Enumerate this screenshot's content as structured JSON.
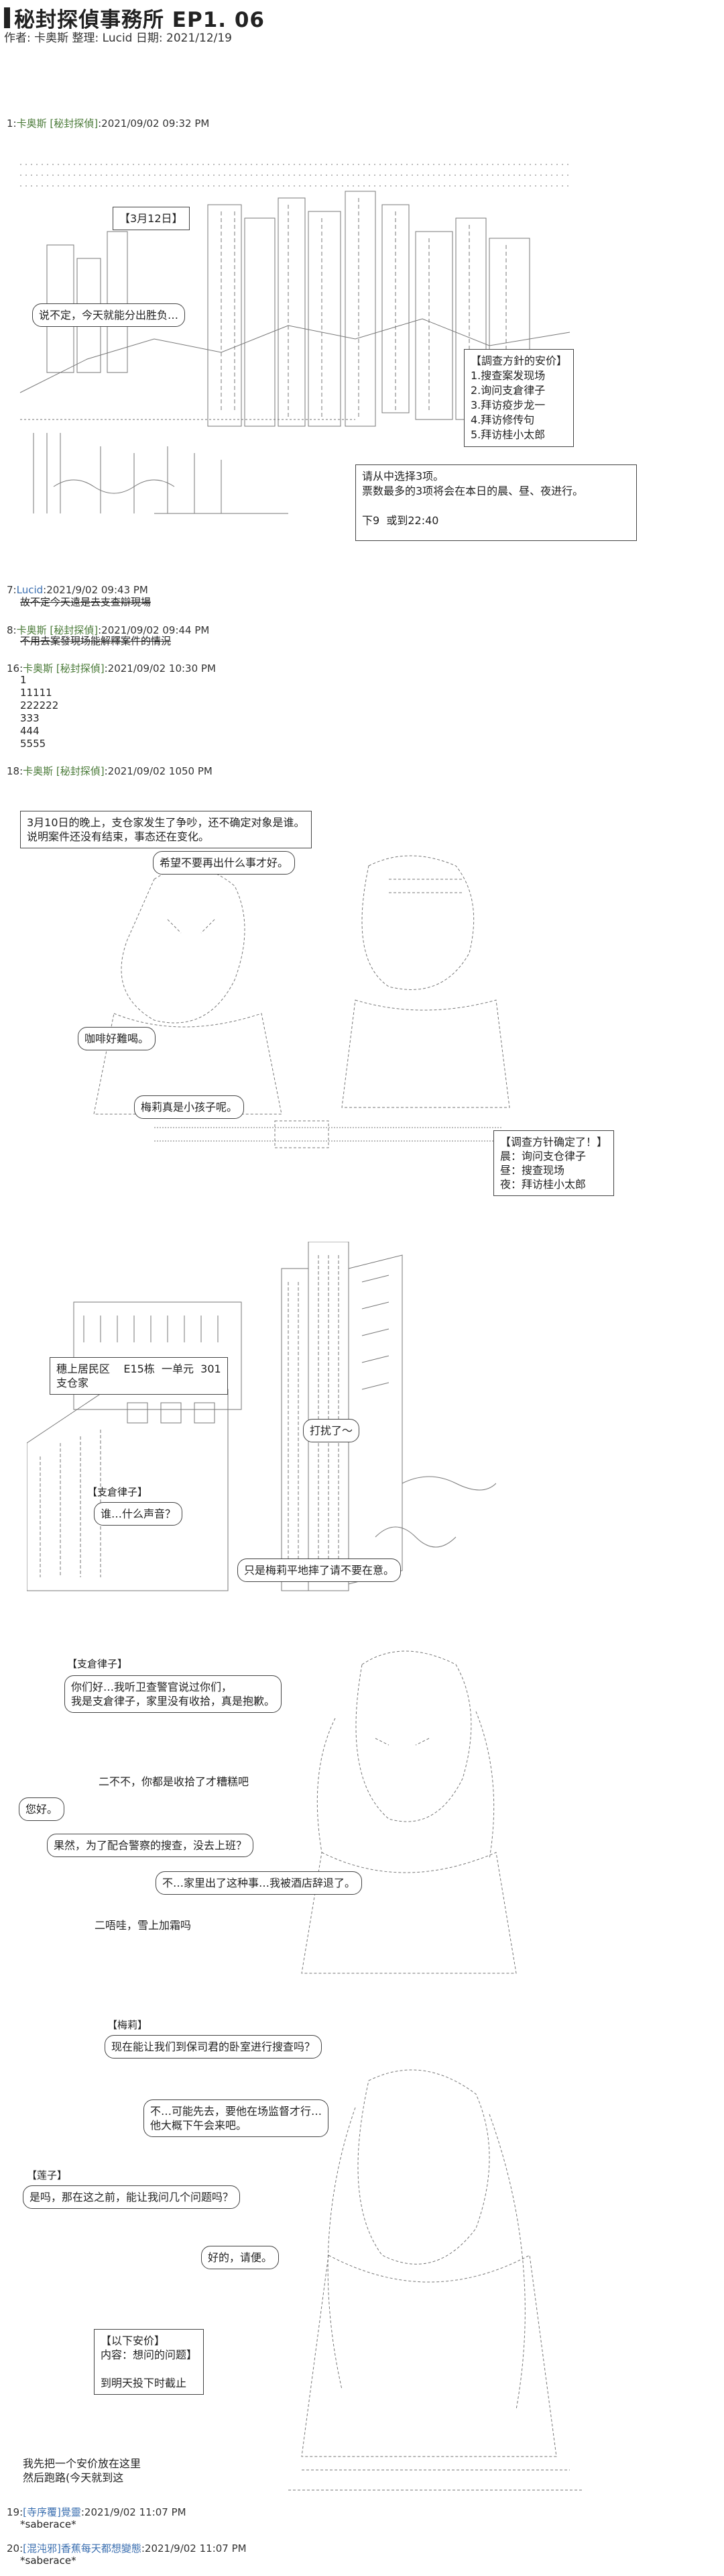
{
  "header": {
    "title": "秘封探偵事務所 EP1. 06",
    "meta": "作者: 卡奥斯 整理: Lucid 日期: 2021/12/19"
  },
  "posts": [
    {
      "num": "1:",
      "name": "卡奥斯 [秘封探偵]",
      "date": ":2021/09/02 09:32 PM"
    },
    {
      "num": "7:",
      "name": "Lucid",
      "date": ":2021/9/02 09:43 PM",
      "text": "故不定今天遠是去支查辯現場"
    },
    {
      "num": "8:",
      "name": "卡奥斯 [秘封探偵]",
      "date": ":2021/09/02 09:44 PM",
      "text": "不用去案發現场能解釋案件的情況"
    },
    {
      "num": "16:",
      "name": "卡奥斯 [秘封探偵]",
      "date": ":2021/09/02 10:30 PM",
      "lines": [
        "1",
        "11111",
        "222222",
        "333",
        "444",
        "5555"
      ]
    },
    {
      "num": "18:",
      "name": "卡奥斯 [秘封探偵]",
      "date": ":2021/09/02 1050 PM"
    },
    {
      "num": "19:",
      "name": "[寺序覆]",
      "name2": "覺靈",
      "date": ":2021/9/02 11:07 PM",
      "text": "*saberace*"
    },
    {
      "num": "20:",
      "name": "[混沌邪]",
      "name2": "香蕉每天都想變態",
      "date": ":2021/9/02 11:07 PM",
      "text": "*saberace*"
    }
  ],
  "scene1": {
    "date_box": "【3月12日】",
    "bubble": "说不定，今天就能分出胜负…",
    "policy": {
      "title": "【調查方針的安价】",
      "items": [
        "1.搜查案发现场",
        "2.询问支倉律子",
        "3.拜访疫步龙一",
        "4.拜访修传句",
        "5.拜访桂小太郎"
      ]
    },
    "instruction": "请从中选择3项。\n票数最多的3项将会在本日的晨、昼、夜进行。",
    "deadline": "下9  或到22:40"
  },
  "scene2": {
    "narration": "3月10日的晚上，支仓家发生了争吵，还不确定对象是谁。\n说明案件还没有结束，事态还在变化。",
    "bubble_hope": "希望不要再出什么事才好。",
    "bubble_coffee": "咖啡好難喝。",
    "bubble_maria": "梅莉真是小孩子呢。",
    "policy": {
      "title": "【调查方针确定了！】",
      "items": [
        "晨：询问支仓律子",
        "昼：搜查现场",
        "夜：拜访桂小太郎"
      ]
    },
    "address": "穗上居民区    E15栋  一单元  301\n支仓家",
    "knock": "打扰了～",
    "speaker": "【支倉律子】",
    "bubble_who": "谁…什么声音？",
    "bubble_maria_fell": "只是梅莉平地摔了请不要在意。"
  },
  "scene3": {
    "speaker": "【支倉律子】",
    "greet": "你们好…我听卫查警官说过你们，\n我是支倉律子，家里没有收拾，真是抱歉。",
    "hello": "您好。",
    "not_cleaned": "二不不，你都是收拾了才糟糕吧",
    "fruit": "果然，为了配合警察的搜查，没去上班？",
    "bar": "不…家里出了这种事…我被酒店辞退了。",
    "ah": "二唔哇，雪上加霜吗",
    "maria_speaker": "【梅莉】",
    "maria_line": "现在能让我们到保司君的卧室进行搜查吗？",
    "refuse": "不…可能先去，要他在场监督才行…\n他大概下午会来吧。",
    "renko_speaker": "【莲子】",
    "renko_line": "是吗，那在这之前，能让我问几个问题吗？",
    "ok": "好的，请便。",
    "anka": "【以下安价】\n内容：想问的问题】\n\n到明天投下时截止",
    "note": "我先把一个安价放在这里\n然后跑路(今天就到这"
  }
}
